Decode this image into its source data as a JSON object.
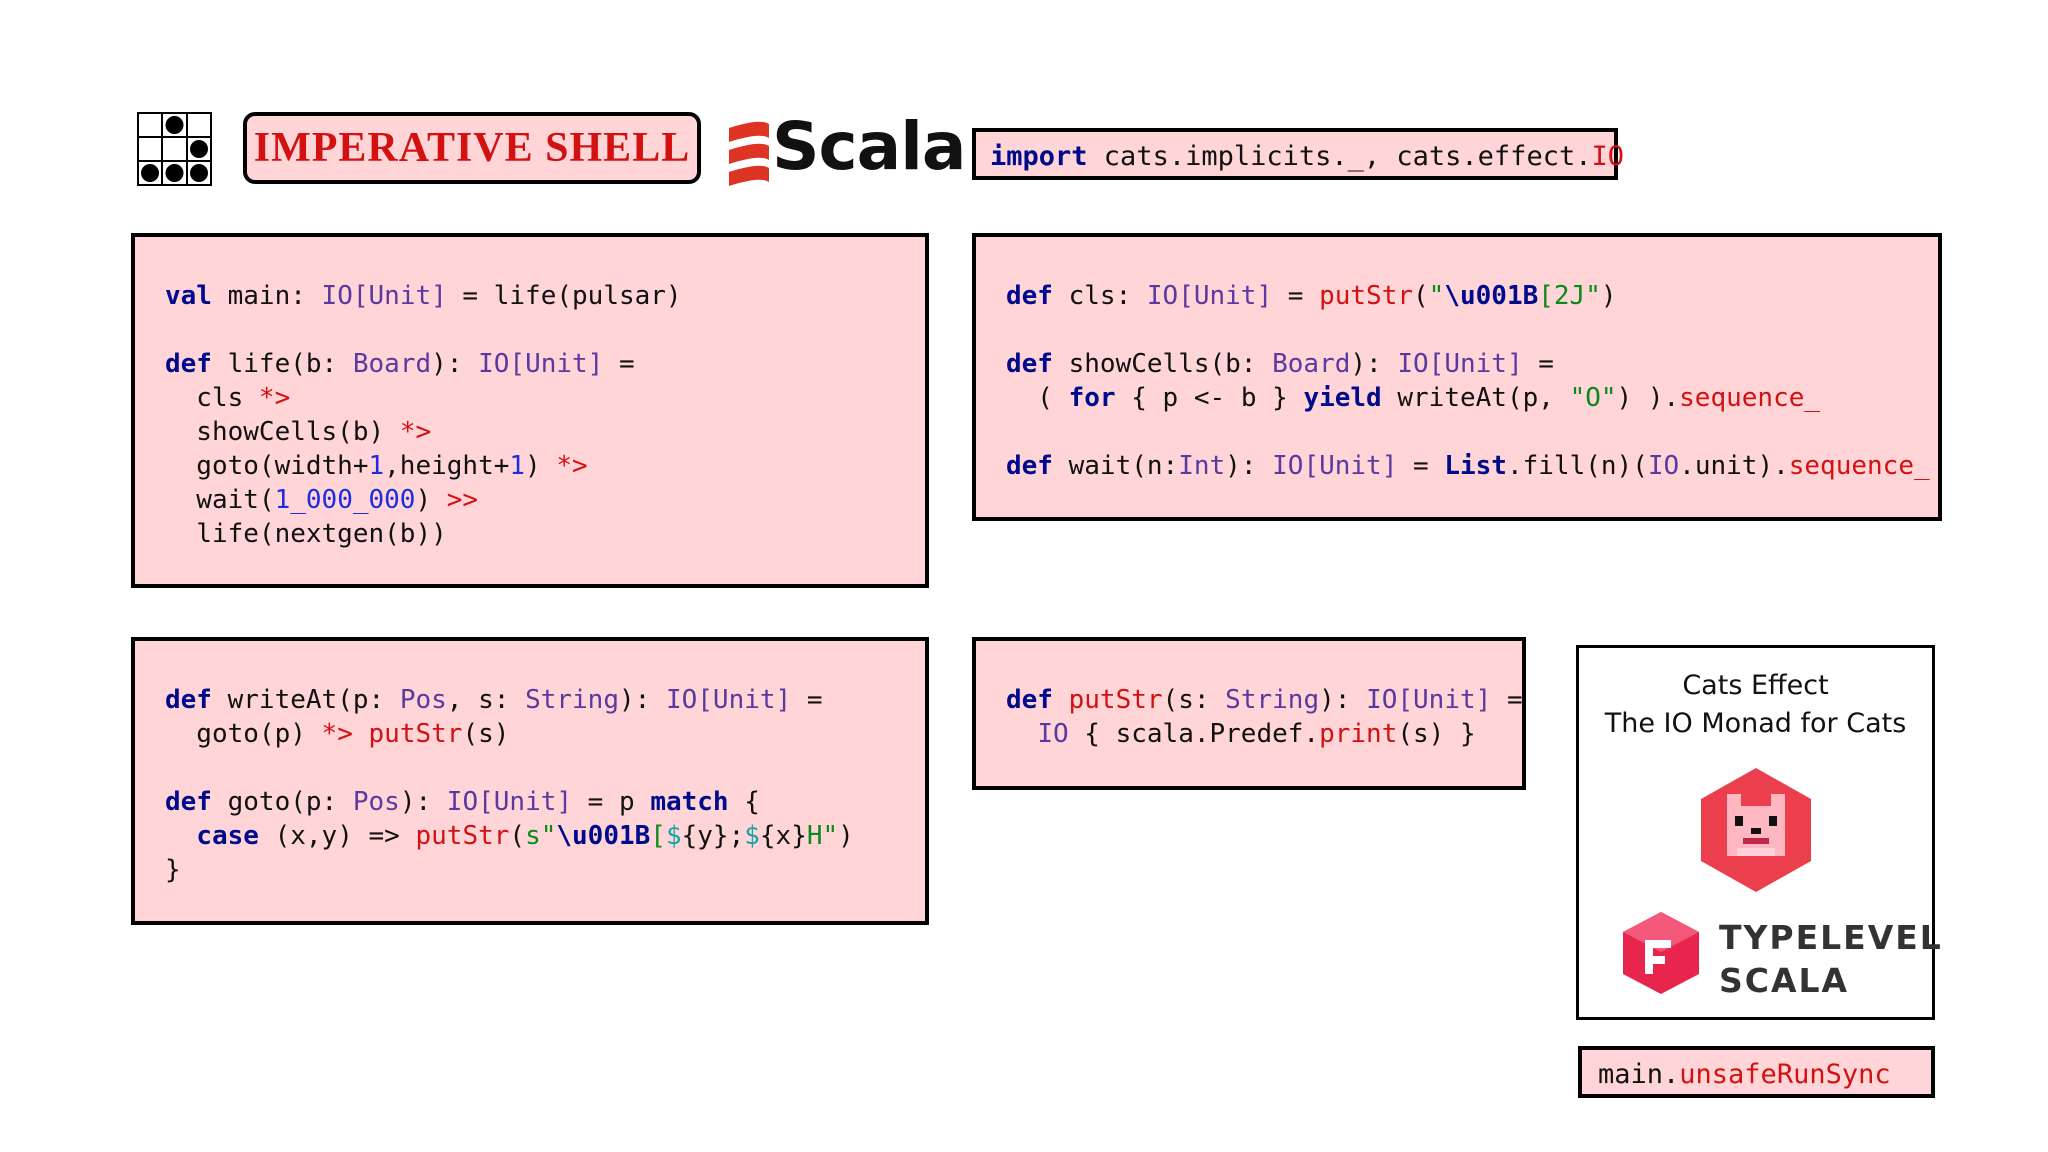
{
  "header": {
    "badge_label": "IMPERATIVE SHELL",
    "scala_wordmark": "Scala",
    "import_keyword": "import",
    "import_rest": " cats.implicits._, cats.effect.",
    "import_io": "IO"
  },
  "icons": {
    "glider": "glider-icon",
    "scala": "scala-logo-icon",
    "cats_effect": "cats-effect-logo-icon",
    "typelevel": "typelevel-logo-icon"
  },
  "colors": {
    "box_background": "#ffd5d8",
    "keyword": "#000a8c",
    "type": "#5a3aa0",
    "highlight": "#d41111",
    "number": "#1a2ee0",
    "string": "#0a8a1a"
  },
  "cats_card": {
    "line1": "Cats Effect",
    "line2": "The IO Monad for Cats",
    "typelevel_line1": "TYPELEVEL",
    "typelevel_line2": "SCALA"
  },
  "run_box": {
    "prefix": "main.",
    "method": "unsafeRunSync"
  }
}
